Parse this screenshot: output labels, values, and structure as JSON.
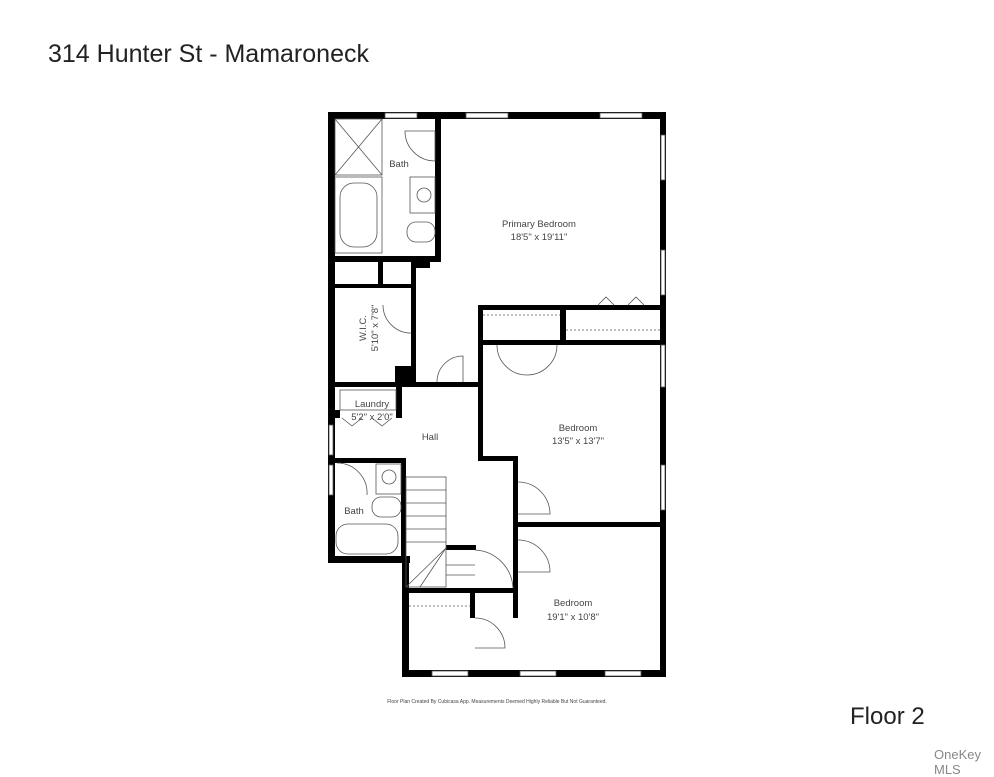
{
  "header": {
    "title": "314 Hunter St - Mamaroneck"
  },
  "floor_label": "Floor 2",
  "watermark": "OneKey MLS",
  "credit": "Floor Plan Created By Cubicasa App. Measurements Deemed Highly Reliable But Not Guaranteed.",
  "rooms": [
    {
      "name": "Primary Bedroom",
      "size": "18'5\" x 19'11\""
    },
    {
      "name": "Bath",
      "size": ""
    },
    {
      "name": "W.I.C.",
      "size": "5'10\" x 7'8\""
    },
    {
      "name": "Laundry",
      "size": "5'2\" x 2'0\""
    },
    {
      "name": "Hall",
      "size": ""
    },
    {
      "name": "Bath",
      "size": ""
    },
    {
      "name": "Bedroom",
      "size": "13'5\" x 13'7\""
    },
    {
      "name": "Bedroom",
      "size": "19'1\" x 10'8\""
    }
  ]
}
